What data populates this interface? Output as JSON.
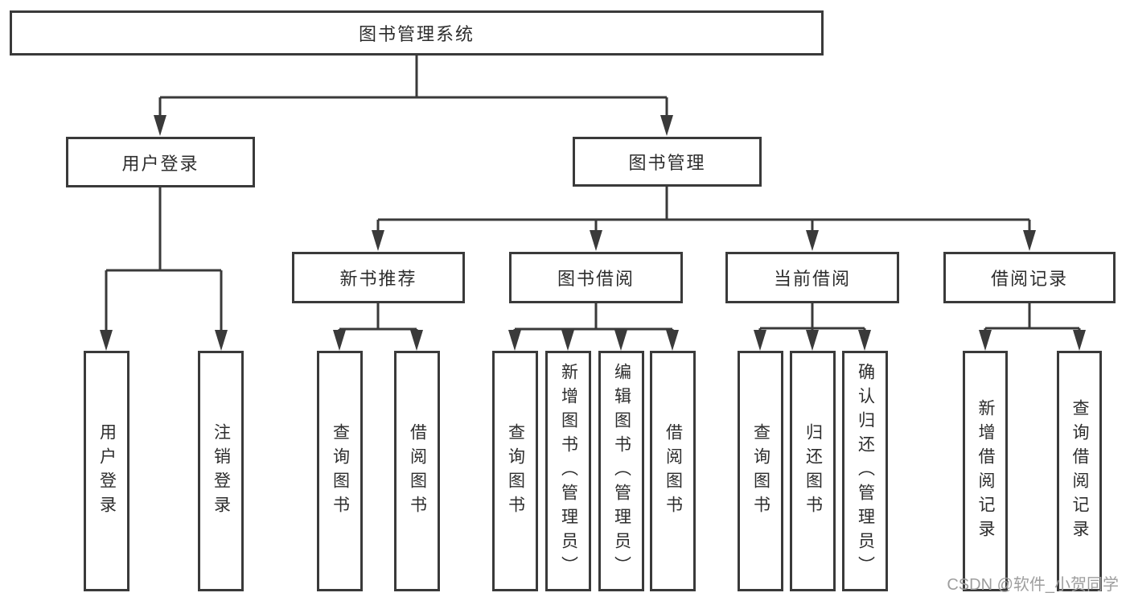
{
  "colors": {
    "line": "#3a3a3a",
    "text": "#2d2d2d",
    "watermark": "#9e9e9e",
    "background": "#ffffff"
  },
  "watermark": "CSDN @软件_小贺同学",
  "tree": {
    "root": {
      "label": "图书管理系统"
    },
    "level2": [
      {
        "label": "用户登录",
        "children": [
          "用户登录",
          "注销登录"
        ]
      },
      {
        "label": "图书管理"
      }
    ],
    "level3": [
      {
        "label": "新书推荐",
        "children": [
          "查询图书",
          "借阅图书"
        ]
      },
      {
        "label": "图书借阅",
        "children": [
          "查询图书",
          "新增图书（管理员）",
          "编辑图书（管理员）",
          "借阅图书"
        ]
      },
      {
        "label": "当前借阅",
        "children": [
          "查询图书",
          "归还图书",
          "确认归还（管理员）"
        ]
      },
      {
        "label": "借阅记录",
        "children": [
          "新增借阅记录",
          "查询借阅记录"
        ]
      }
    ]
  }
}
